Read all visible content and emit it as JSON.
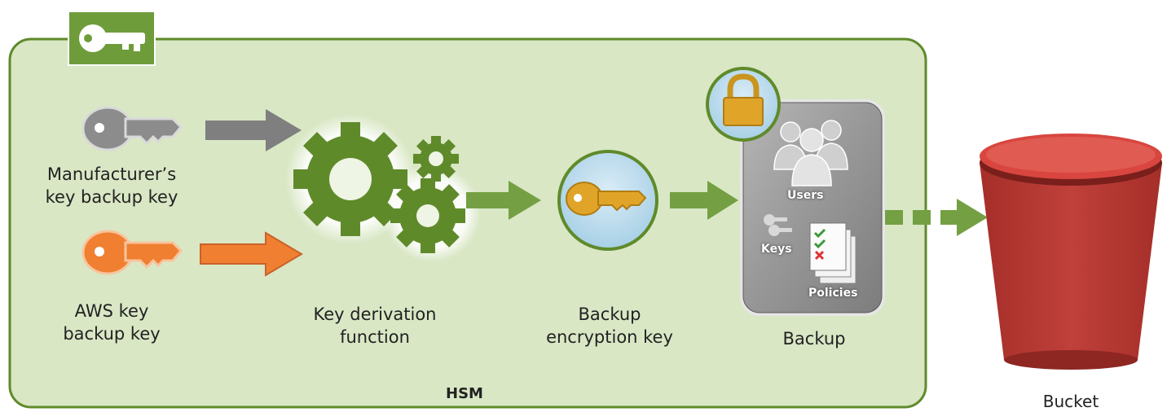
{
  "hsm": {
    "label": "HSM",
    "badge_icon": "key-icon"
  },
  "manufacturer_key": {
    "line1": "Manufacturer’s",
    "line2": "key backup key",
    "icon": "key-icon",
    "color": "#8c8c8c"
  },
  "aws_key": {
    "line1": "AWS key",
    "line2": "backup key",
    "icon": "key-icon",
    "color": "#f07f31"
  },
  "kdf": {
    "line1": "Key derivation",
    "line2": "function",
    "icon": "gears-icon",
    "color": "#5f8a2a"
  },
  "backup_key": {
    "line1": "Backup",
    "line2": "encryption key",
    "icon": "key-icon",
    "color": "#e0a528"
  },
  "backup": {
    "label": "Backup",
    "lock_icon": "lock-icon",
    "users_label": "Users",
    "keys_label": "Keys",
    "policies_label": "Policies"
  },
  "bucket": {
    "label": "Bucket",
    "icon": "bucket-icon",
    "color": "#c9403a"
  },
  "colors": {
    "hsm_fill": "#d9e7c5",
    "hsm_border": "#5f8a2a",
    "arrow_green": "#74a043",
    "arrow_gray": "#7f7f7f",
    "arrow_orange": "#f07f31"
  }
}
